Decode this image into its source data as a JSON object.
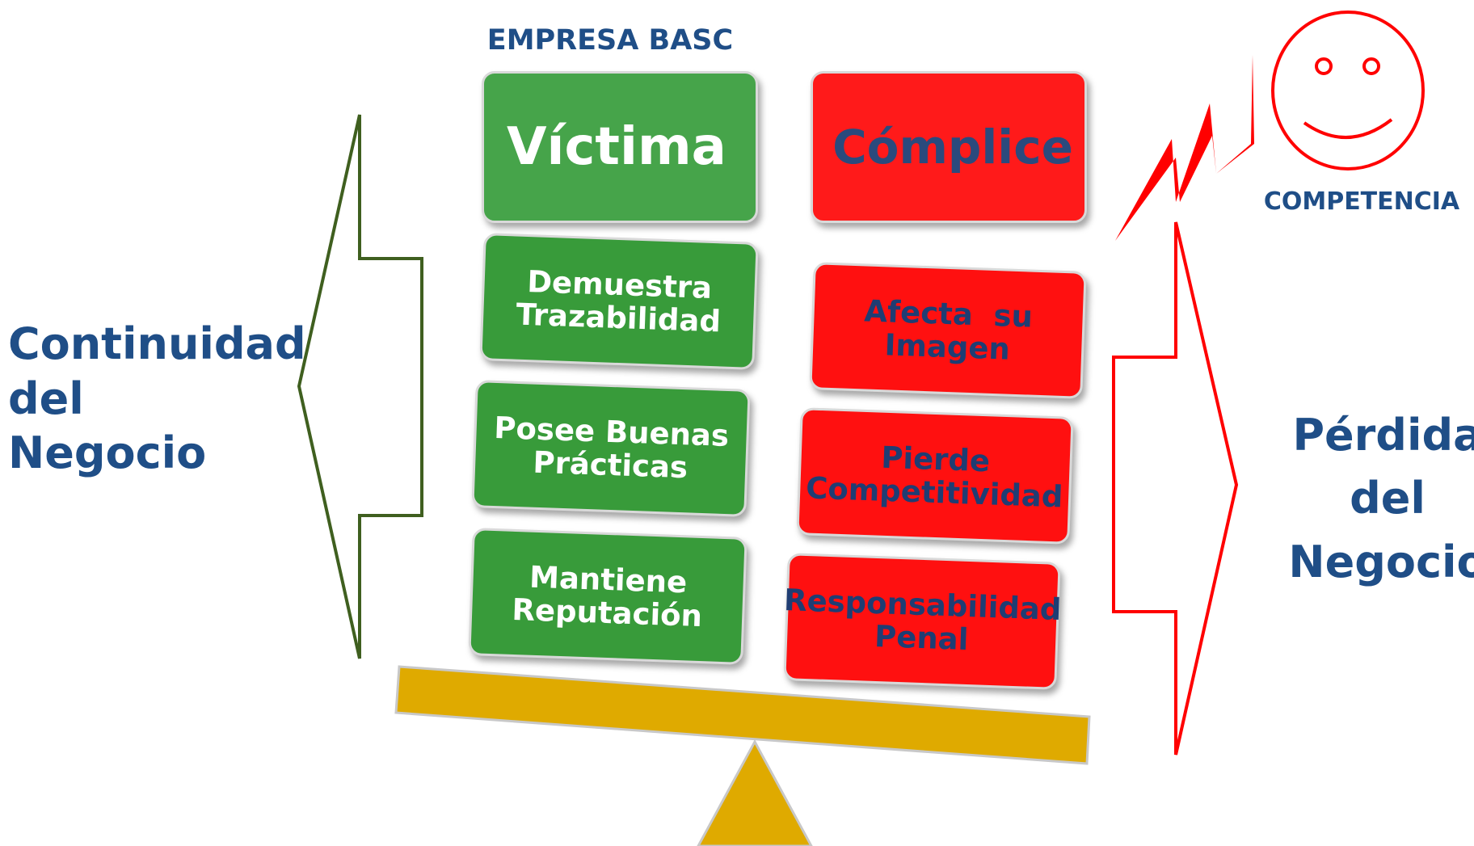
{
  "header": {
    "company": "EMPRESA BASC"
  },
  "left_arrow": {
    "label_line1": "Continuidad",
    "label_line2": "del Negocio",
    "color": "#3f5f1f"
  },
  "right_arrow": {
    "label_line1": "Pérdida",
    "label_line2": "del",
    "label_line3": "Negocio",
    "color": "#ff0000"
  },
  "competition": {
    "label": "COMPETENCIA",
    "face_color": "#ff0000"
  },
  "victim_column": {
    "heading": "Víctima",
    "items": [
      {
        "line1": "Demuestra",
        "line2": "Trazabilidad"
      },
      {
        "line1": "Posee Buenas",
        "line2": "Prácticas"
      },
      {
        "line1": "Mantiene",
        "line2": "Reputación"
      }
    ],
    "color": "#389b3a"
  },
  "accomplice_column": {
    "heading": "Cómplice",
    "items": [
      {
        "line1": "Afecta  su",
        "line2": "Imagen"
      },
      {
        "line1": "Pierde",
        "line2": "Competitividad"
      },
      {
        "line1": "Responsabilidad",
        "line2": "Penal"
      }
    ],
    "color": "#ff1010"
  },
  "balance": {
    "beam_color": "#dfaa00"
  }
}
